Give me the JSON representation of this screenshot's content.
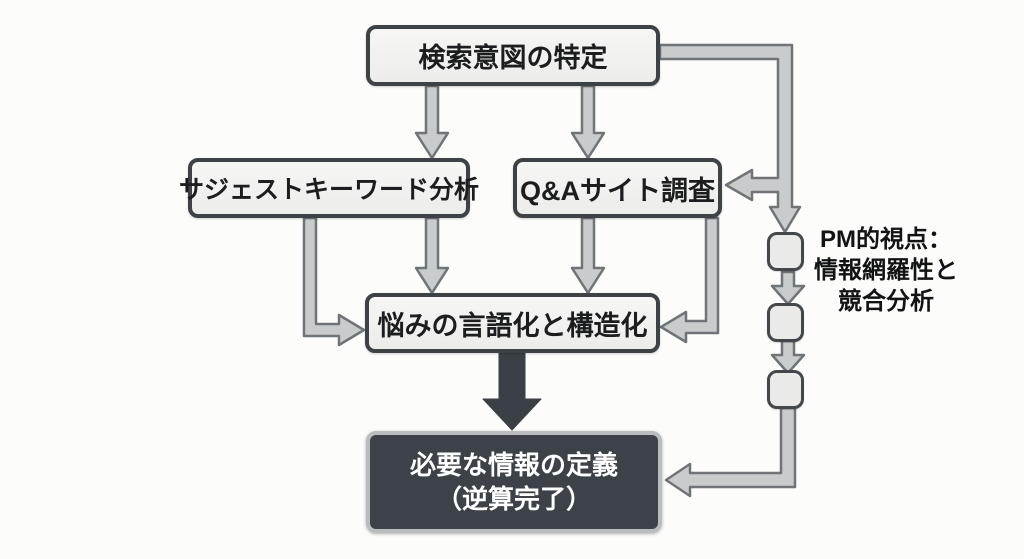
{
  "diagram": {
    "title": "SEO reverse-calculation flow",
    "nodes": {
      "search_intent": {
        "label": "検索意図の特定"
      },
      "suggest_keyword": {
        "label": "サジェストキーワード分析"
      },
      "qa_site": {
        "label": "Q&Aサイト調査"
      },
      "verbalize": {
        "label": "悩みの言語化と構造化"
      },
      "define_info": {
        "label_line1": "必要な情報の定義",
        "label_line2": "（逆算完了）"
      }
    },
    "side_note": {
      "line1": "PM的視点：",
      "line2": "情報網羅性と",
      "line3": "競合分析"
    },
    "checkpoints_count": "3",
    "colors": {
      "background": "#fcfcfa",
      "node_fill": "#f0f0ee",
      "node_border": "#3d4246",
      "dark_node_fill": "#3c4247",
      "dark_node_border": "#b9bdbf",
      "dark_node_text": "#ffffff",
      "arrow_fill": "#c9cccc",
      "arrow_stroke": "#6f7478",
      "dark_arrow": "#3a4045",
      "text": "#1b1d1e"
    }
  }
}
